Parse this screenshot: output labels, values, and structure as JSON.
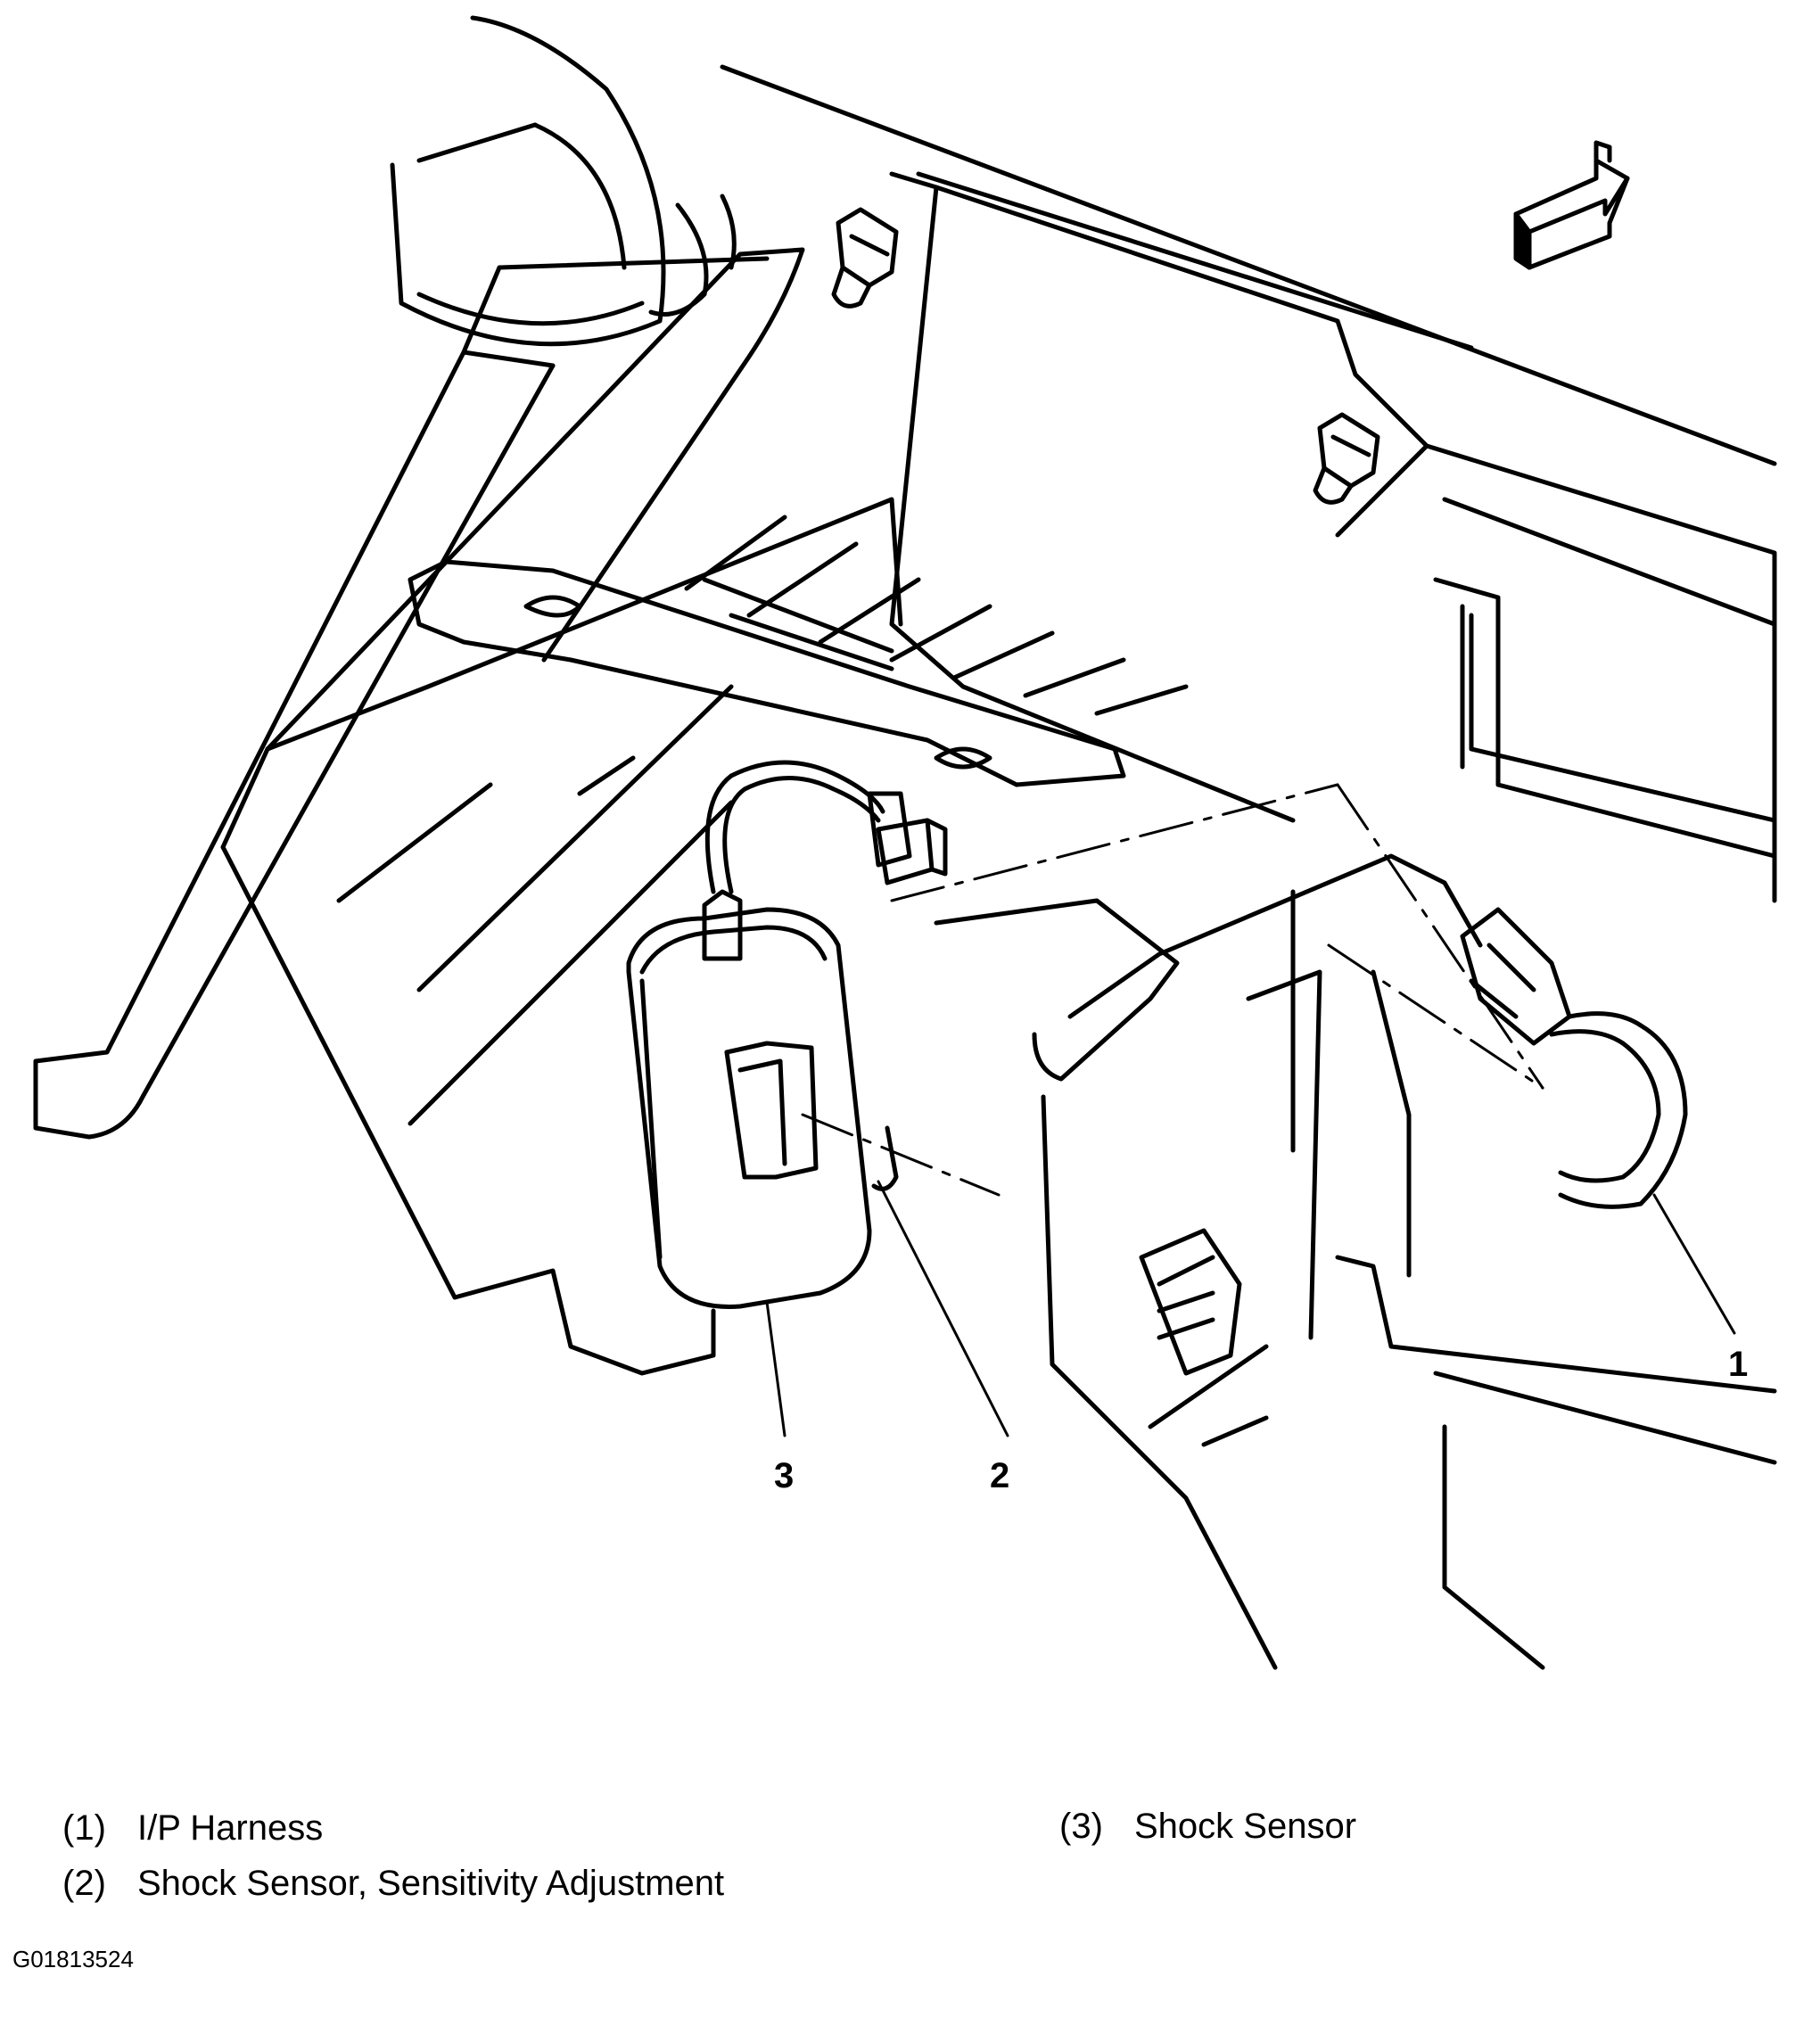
{
  "callouts": [
    {
      "number": "1",
      "label": "I/P Harness"
    },
    {
      "number": "2",
      "label": "Shock Sensor, Sensitivity Adjustment"
    },
    {
      "number": "3",
      "label": "Shock Sensor"
    }
  ],
  "legend": [
    {
      "num": "(1)",
      "text": "I/P Harness"
    },
    {
      "num": "(2)",
      "text": "Shock Sensor, Sensitivity Adjustment"
    },
    {
      "num": "(3)",
      "text": "Shock Sensor"
    }
  ],
  "figure_id": "G01813524",
  "icons": {
    "direction_arrow": "front-direction-arrow-icon"
  }
}
